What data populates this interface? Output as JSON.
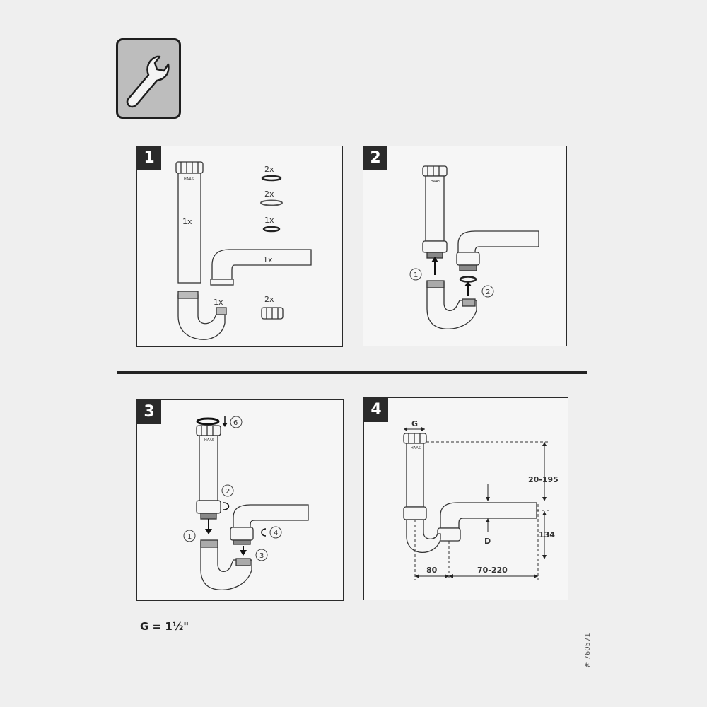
{
  "steps": [
    {
      "number": "1",
      "labels": {
        "ring_a": "2x",
        "ring_b": "2x",
        "ring_c": "1x",
        "tube": "1x",
        "elbow": "1x",
        "trap": "1x",
        "nuts": "2x"
      }
    },
    {
      "number": "2",
      "callouts": [
        "1",
        "2"
      ]
    },
    {
      "number": "3",
      "callouts": [
        "1",
        "2",
        "3",
        "4",
        "6"
      ]
    },
    {
      "number": "4",
      "dimensions": {
        "g": "G",
        "height": "20-195",
        "drop": "134",
        "left": "80",
        "right": "70-220",
        "d": "D"
      }
    }
  ],
  "brand_mark": "HAAS",
  "thread_note": "G = 1½\"",
  "article_number": "# 760571"
}
